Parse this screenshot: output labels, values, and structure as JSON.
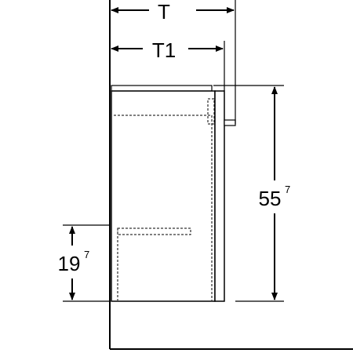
{
  "dimensions": {
    "depth": {
      "label": "T"
    },
    "depth_inner": {
      "label": "T1"
    },
    "height": {
      "base": "55",
      "superscript": "7"
    },
    "lower_height": {
      "base": "19",
      "superscript": "7"
    }
  }
}
